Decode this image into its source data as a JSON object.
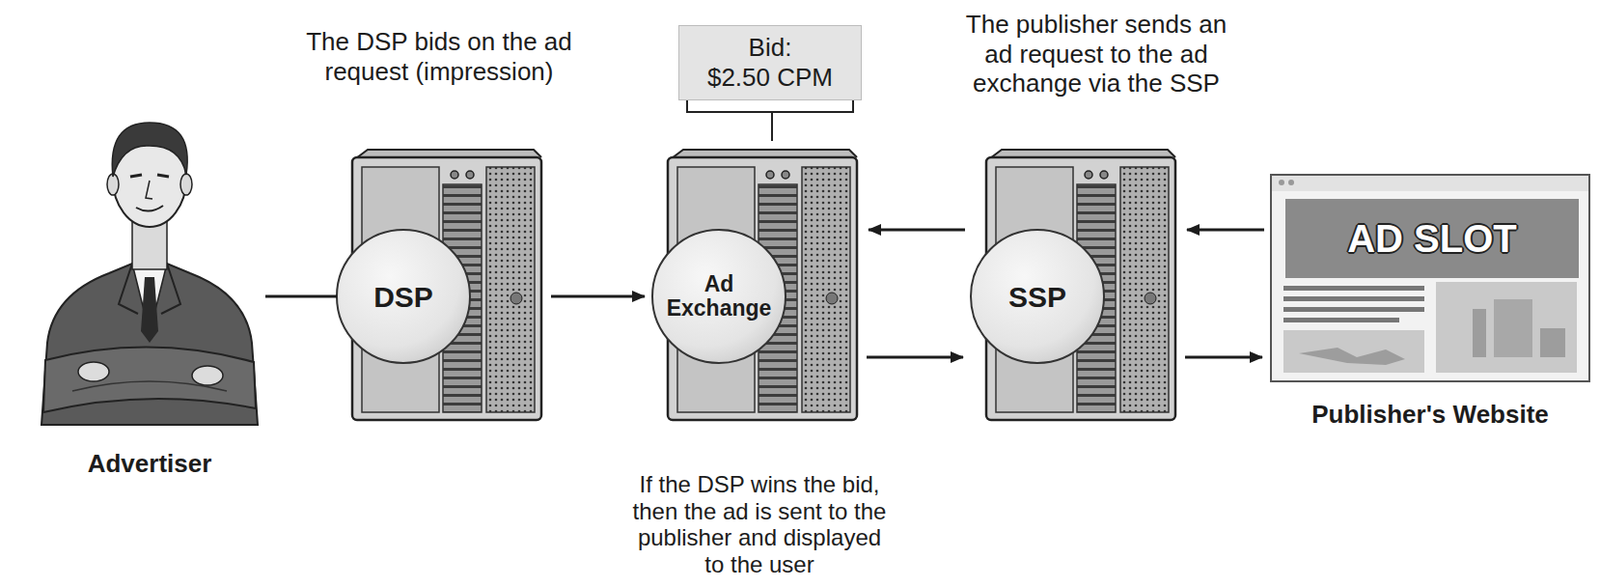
{
  "diagram": {
    "nodes": [
      {
        "text": [
          "Advertiser"
        ]
      },
      {
        "text": [
          "DSP"
        ]
      },
      {
        "text": [
          "Bid:",
          "$2.50 CPM"
        ]
      },
      {
        "text": [
          "Ad Exchange"
        ]
      },
      {
        "text": [
          "SSP"
        ]
      },
      {
        "text": [
          "Publisher's Website"
        ]
      },
      {
        "text": [
          "AD SLOT"
        ],
        "in": 5
      }
    ],
    "edges": [
      {
        "from": 0,
        "to": 1,
        "arrow": "none"
      },
      {
        "from": 1,
        "to": 3,
        "arrow": "to"
      },
      {
        "from": 4,
        "to": 3,
        "arrow": "to"
      },
      {
        "from": 3,
        "to": 4,
        "arrow": "to"
      },
      {
        "from": 5,
        "to": 4,
        "arrow": "to"
      },
      {
        "from": 4,
        "to": 5,
        "arrow": "to"
      }
    ],
    "labels": [
      "The DSP bids on the ad request (impression)",
      "The publisher sends an ad request to the ad exchange via the SSP",
      "If the DSP wins the bid, then the ad is sent to the publisher and displayed to the user"
    ]
  }
}
